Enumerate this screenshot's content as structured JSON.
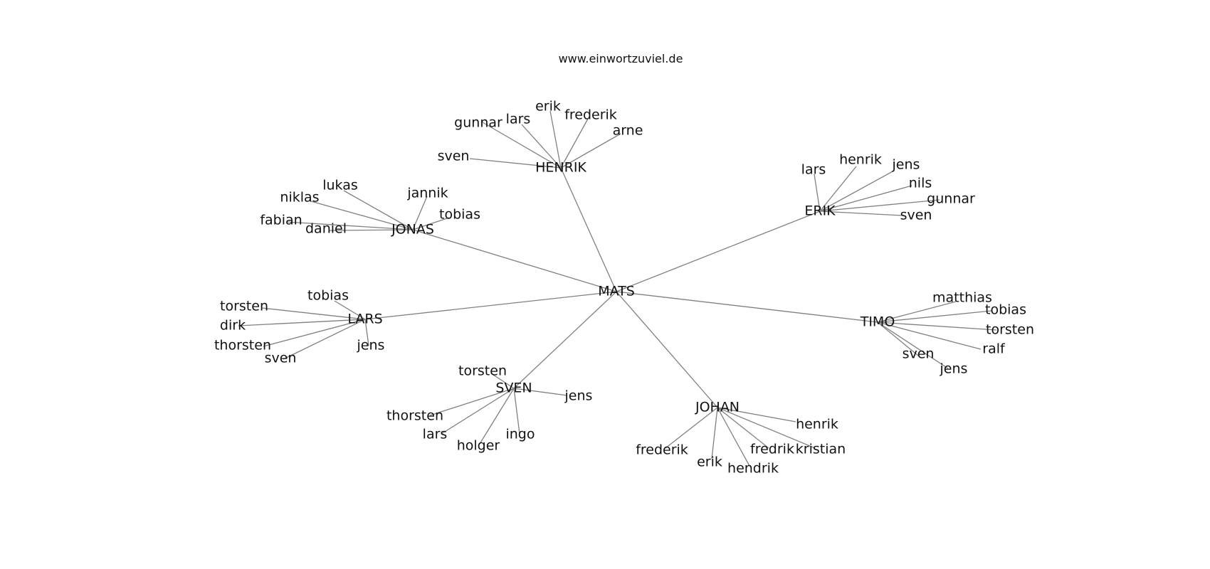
{
  "site": "www.einwortzuviel.de",
  "graph": {
    "root": "MATS",
    "edges": [
      [
        "MATS",
        "HENRIK"
      ],
      [
        "MATS",
        "ERIK"
      ],
      [
        "MATS",
        "JONAS"
      ],
      [
        "MATS",
        "LARS"
      ],
      [
        "MATS",
        "TIMO"
      ],
      [
        "MATS",
        "SVEN"
      ],
      [
        "MATS",
        "JOHAN"
      ],
      [
        "HENRIK",
        "sven"
      ],
      [
        "HENRIK",
        "gunnar"
      ],
      [
        "HENRIK",
        "lars"
      ],
      [
        "HENRIK",
        "erik"
      ],
      [
        "HENRIK",
        "frederik"
      ],
      [
        "HENRIK",
        "arne"
      ],
      [
        "ERIK",
        "lars"
      ],
      [
        "ERIK",
        "henrik"
      ],
      [
        "ERIK",
        "jens"
      ],
      [
        "ERIK",
        "nils"
      ],
      [
        "ERIK",
        "gunnar"
      ],
      [
        "ERIK",
        "sven"
      ],
      [
        "JONAS",
        "lukas"
      ],
      [
        "JONAS",
        "niklas"
      ],
      [
        "JONAS",
        "fabian"
      ],
      [
        "JONAS",
        "daniel"
      ],
      [
        "JONAS",
        "jannik"
      ],
      [
        "JONAS",
        "tobias"
      ],
      [
        "LARS",
        "tobias"
      ],
      [
        "LARS",
        "torsten"
      ],
      [
        "LARS",
        "dirk"
      ],
      [
        "LARS",
        "thorsten"
      ],
      [
        "LARS",
        "sven"
      ],
      [
        "LARS",
        "jens"
      ],
      [
        "TIMO",
        "matthias"
      ],
      [
        "TIMO",
        "tobias"
      ],
      [
        "TIMO",
        "torsten"
      ],
      [
        "TIMO",
        "ralf"
      ],
      [
        "TIMO",
        "sven"
      ],
      [
        "TIMO",
        "jens"
      ],
      [
        "SVEN",
        "torsten"
      ],
      [
        "SVEN",
        "jens"
      ],
      [
        "SVEN",
        "thorsten"
      ],
      [
        "SVEN",
        "lars"
      ],
      [
        "SVEN",
        "holger"
      ],
      [
        "SVEN",
        "ingo"
      ],
      [
        "JOHAN",
        "henrik"
      ],
      [
        "JOHAN",
        "frederik"
      ],
      [
        "JOHAN",
        "erik"
      ],
      [
        "JOHAN",
        "hendrik"
      ],
      [
        "JOHAN",
        "fredrik"
      ],
      [
        "JOHAN",
        "kristian"
      ]
    ]
  },
  "colors": {
    "edge": "#808080",
    "text": "#111111",
    "background": "#ffffff"
  }
}
